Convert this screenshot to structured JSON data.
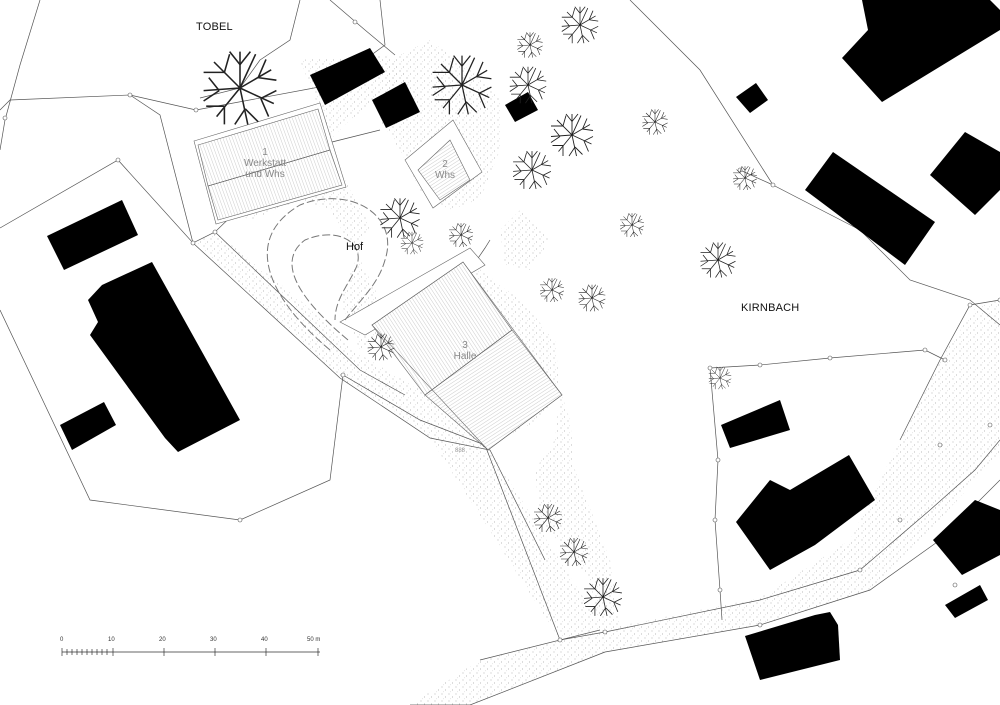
{
  "places": {
    "tobel": "TOBEL",
    "kirnbach": "KIRNBACH",
    "hof": "Hof"
  },
  "buildings": {
    "werkstatt": {
      "number": "1",
      "line1": "Werkstatt",
      "line2": "und Whs"
    },
    "whs": {
      "number": "2",
      "name": "Whs"
    },
    "halle": {
      "number": "3",
      "name": "Halle"
    }
  },
  "elevation": "888",
  "scalebar": {
    "ticks": [
      "0",
      "10",
      "20",
      "30",
      "40"
    ],
    "last": "50",
    "unit": "m"
  },
  "colors": {
    "building_fill": "#000000",
    "line": "#555555",
    "roof_hatch": "#888888",
    "road_stipple": "#999999"
  }
}
